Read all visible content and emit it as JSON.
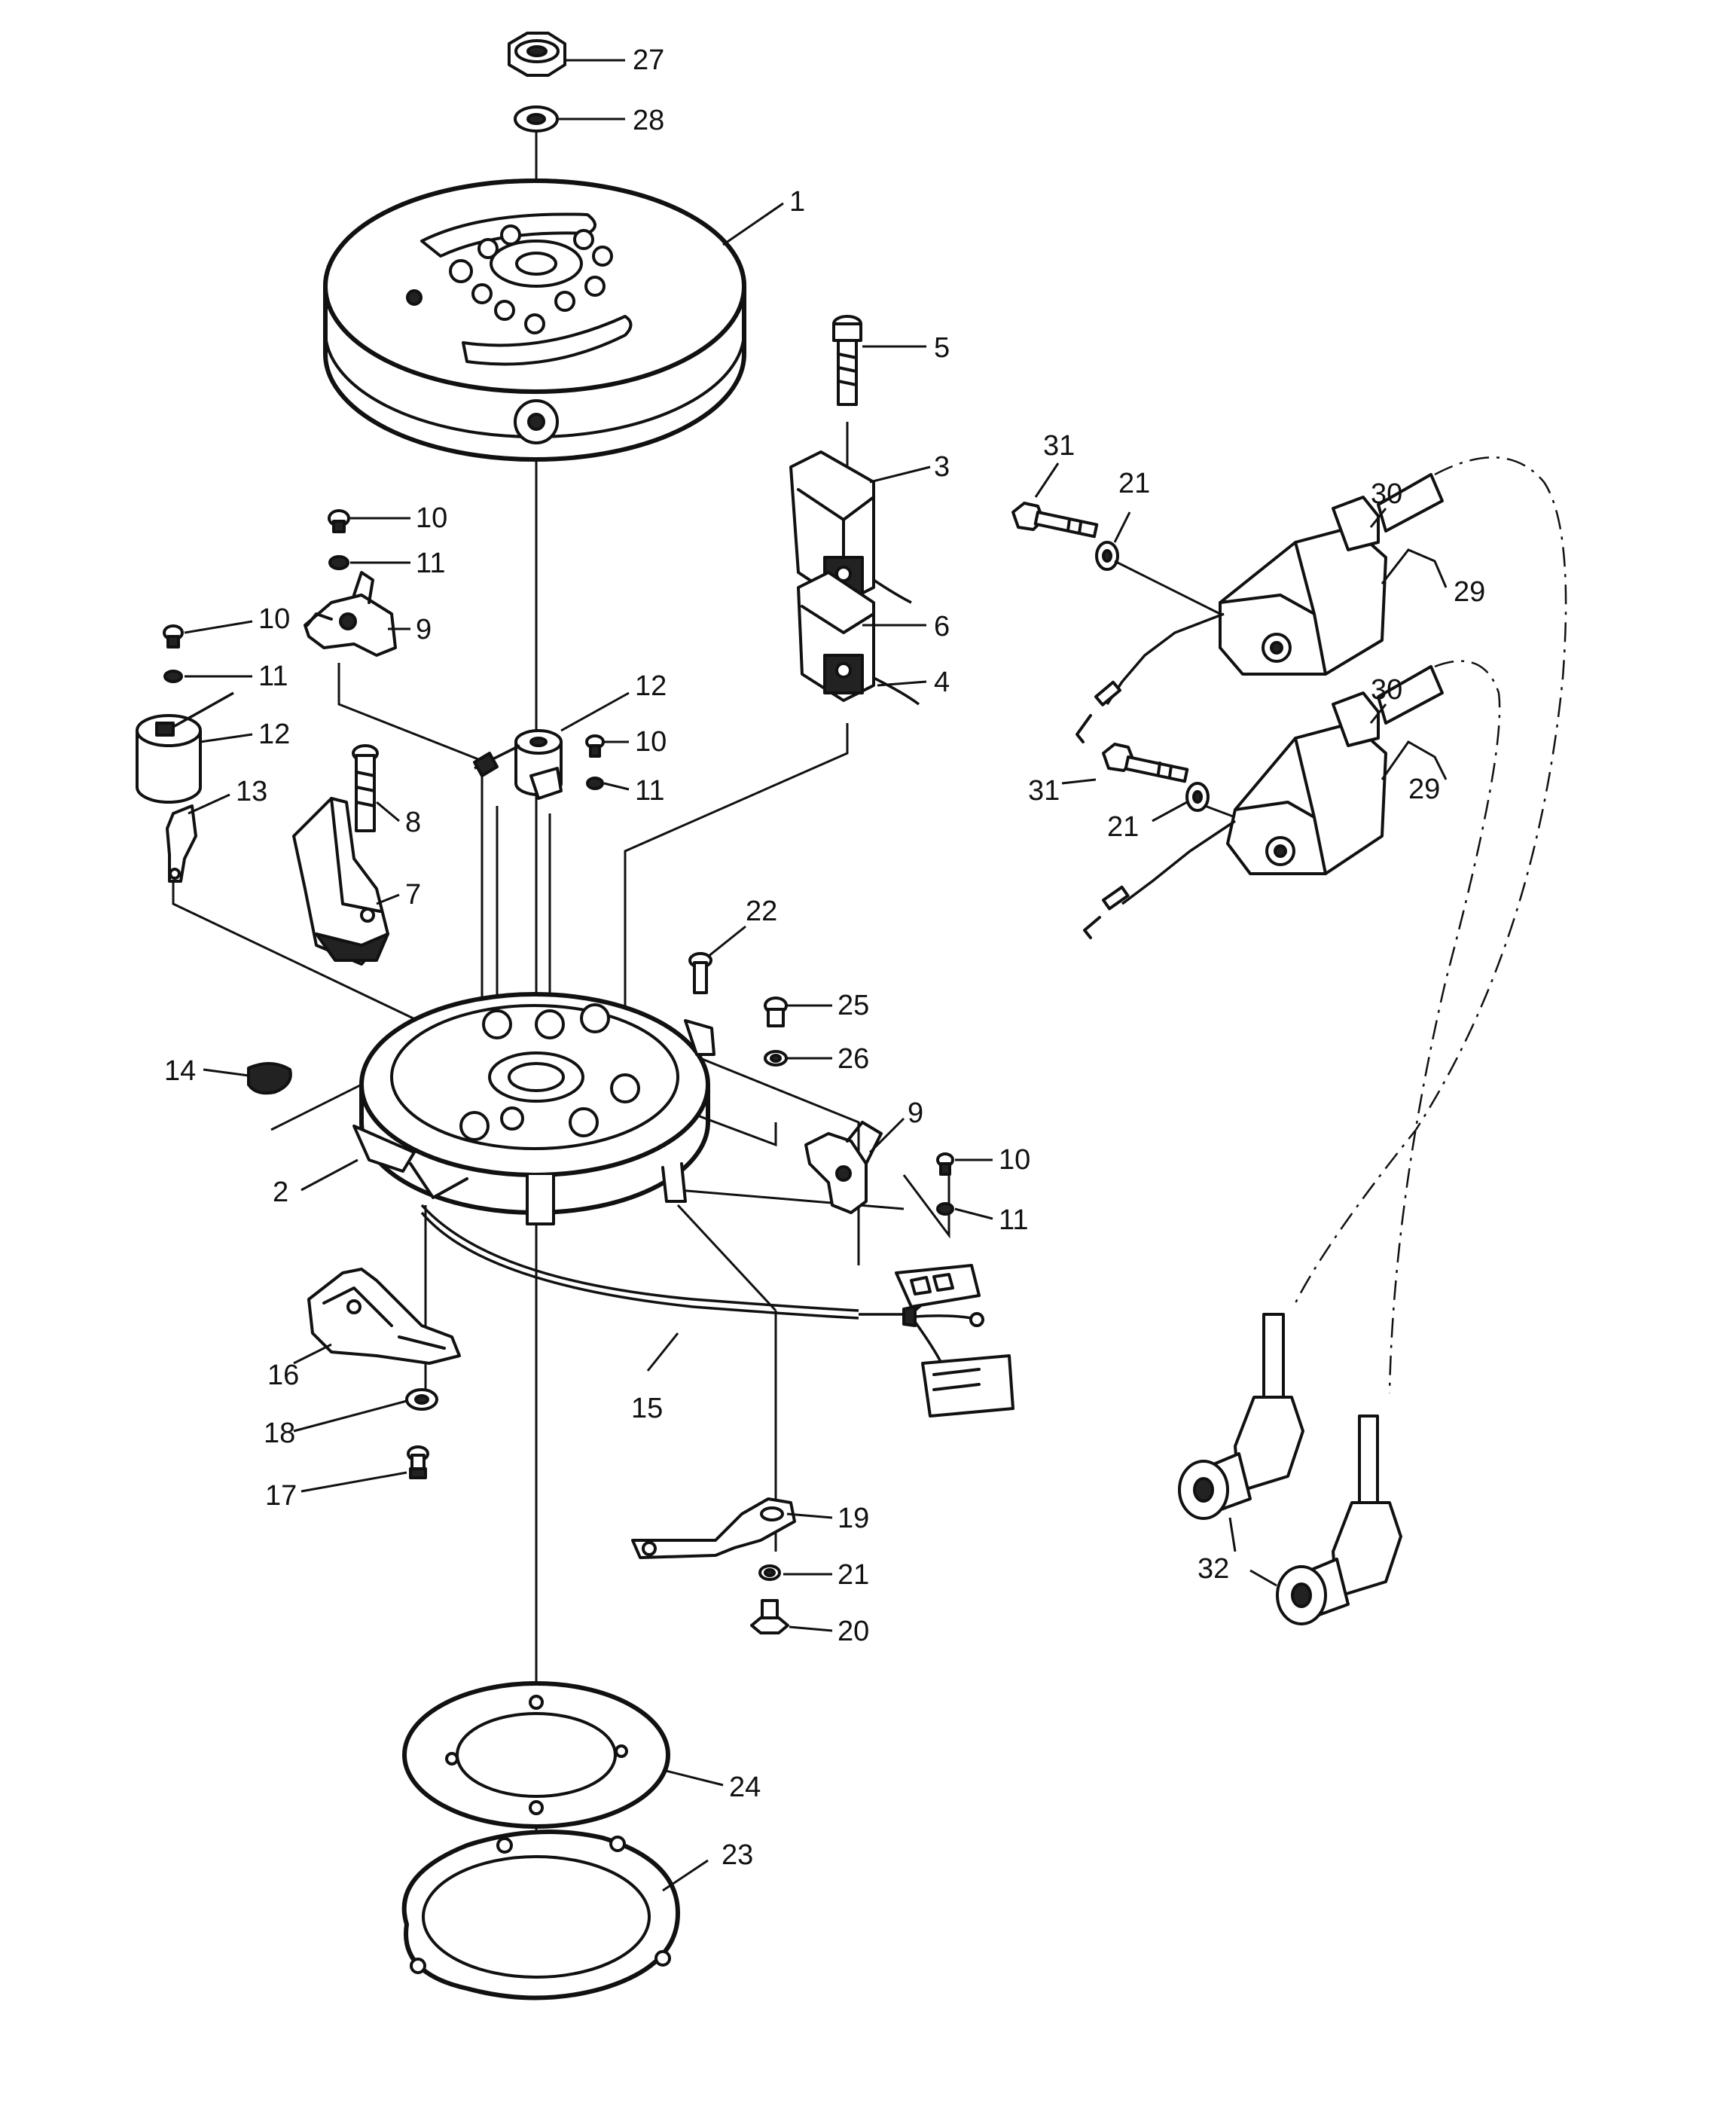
{
  "callouts": [
    {
      "id": "c27",
      "text": "27"
    },
    {
      "id": "c28",
      "text": "28"
    },
    {
      "id": "c1",
      "text": "1"
    },
    {
      "id": "c5",
      "text": "5"
    },
    {
      "id": "c3",
      "text": "3"
    },
    {
      "id": "c6",
      "text": "6"
    },
    {
      "id": "c4",
      "text": "4"
    },
    {
      "id": "c10a",
      "text": "10"
    },
    {
      "id": "c11a",
      "text": "11"
    },
    {
      "id": "c9a",
      "text": "9"
    },
    {
      "id": "c10b",
      "text": "10"
    },
    {
      "id": "c11b",
      "text": "11"
    },
    {
      "id": "c12a",
      "text": "12"
    },
    {
      "id": "c12b",
      "text": "12"
    },
    {
      "id": "c10c",
      "text": "10"
    },
    {
      "id": "c11c",
      "text": "11"
    },
    {
      "id": "c13",
      "text": "13"
    },
    {
      "id": "c8",
      "text": "8"
    },
    {
      "id": "c7",
      "text": "7"
    },
    {
      "id": "c22",
      "text": "22"
    },
    {
      "id": "c25",
      "text": "25"
    },
    {
      "id": "c26",
      "text": "26"
    },
    {
      "id": "c14",
      "text": "14"
    },
    {
      "id": "c9b",
      "text": "9"
    },
    {
      "id": "c10d",
      "text": "10"
    },
    {
      "id": "c11d",
      "text": "11"
    },
    {
      "id": "c2",
      "text": "2"
    },
    {
      "id": "c16",
      "text": "16"
    },
    {
      "id": "c15",
      "text": "15"
    },
    {
      "id": "c18",
      "text": "18"
    },
    {
      "id": "c17",
      "text": "17"
    },
    {
      "id": "c19",
      "text": "19"
    },
    {
      "id": "c21a",
      "text": "21"
    },
    {
      "id": "c20",
      "text": "20"
    },
    {
      "id": "c24",
      "text": "24"
    },
    {
      "id": "c23",
      "text": "23"
    },
    {
      "id": "c31a",
      "text": "31"
    },
    {
      "id": "c21b",
      "text": "21"
    },
    {
      "id": "c30a",
      "text": "30"
    },
    {
      "id": "c29a",
      "text": "29"
    },
    {
      "id": "c30b",
      "text": "30"
    },
    {
      "id": "c29b",
      "text": "29"
    },
    {
      "id": "c31b",
      "text": "31"
    },
    {
      "id": "c21c",
      "text": "21"
    },
    {
      "id": "c32",
      "text": "32"
    }
  ]
}
